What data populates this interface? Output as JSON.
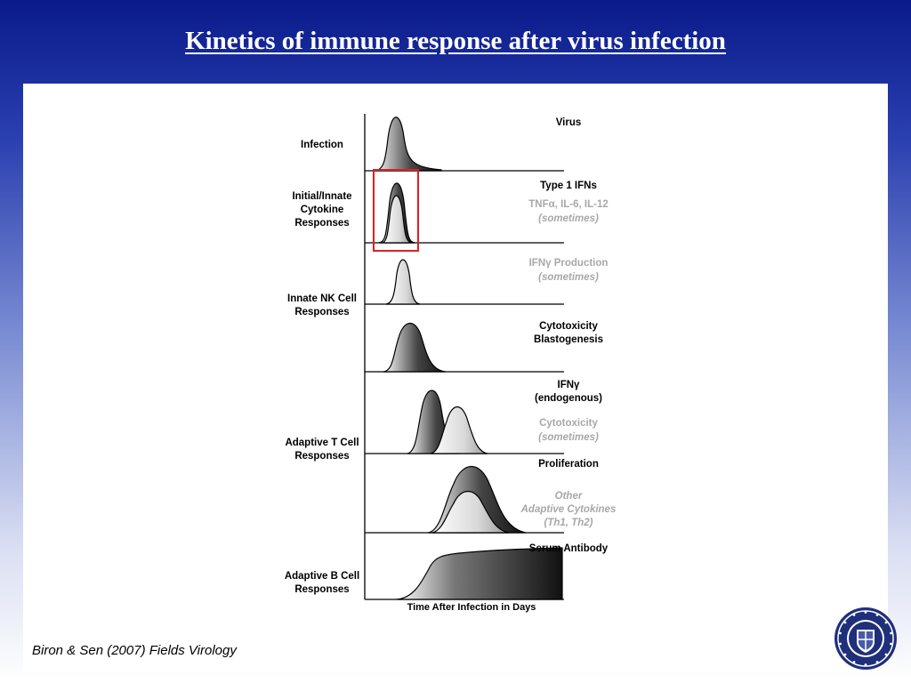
{
  "title": "Kinetics of immune response after virus infection",
  "left_labels": {
    "infection": "Infection",
    "innate_cytokine": [
      "Initial/Innate",
      "Cytokine",
      "Responses"
    ],
    "nk": [
      "Innate NK Cell",
      "Responses"
    ],
    "t_cell": [
      "Adaptive T Cell",
      "Responses"
    ],
    "b_cell": [
      "Adaptive B Cell",
      "Responses"
    ]
  },
  "right_labels": {
    "virus": "Virus",
    "type1_ifn": "Type 1 IFNs",
    "tnf": "TNFα, IL-6, IL-12",
    "tnf_note": "(sometimes)",
    "ifng_prod": "IFNγ Production",
    "ifng_prod_note": "(sometimes)",
    "cytotoxicity_nk": [
      "Cytotoxicity",
      "Blastogenesis"
    ],
    "ifng_endo": [
      "IFNγ",
      "(endogenous)"
    ],
    "cytotoxicity_t": "Cytotoxicity",
    "cytotoxicity_t_note": "(sometimes)",
    "proliferation": "Proliferation",
    "other_cytokines": [
      "Other",
      "Adaptive Cytokines",
      "(Th1, Th2)"
    ],
    "serum_antibody": "Serum Antibody"
  },
  "x_axis_label": "Time After Infection in Days",
  "citation": "Biron & Sen (2007) Fields Virology",
  "colors": {
    "header_top": "#0a1a8a",
    "highlight_box": "#e02020",
    "grey_text": "#a8a8a8"
  },
  "seal_icon": "university-of-pittsburgh-seal"
}
